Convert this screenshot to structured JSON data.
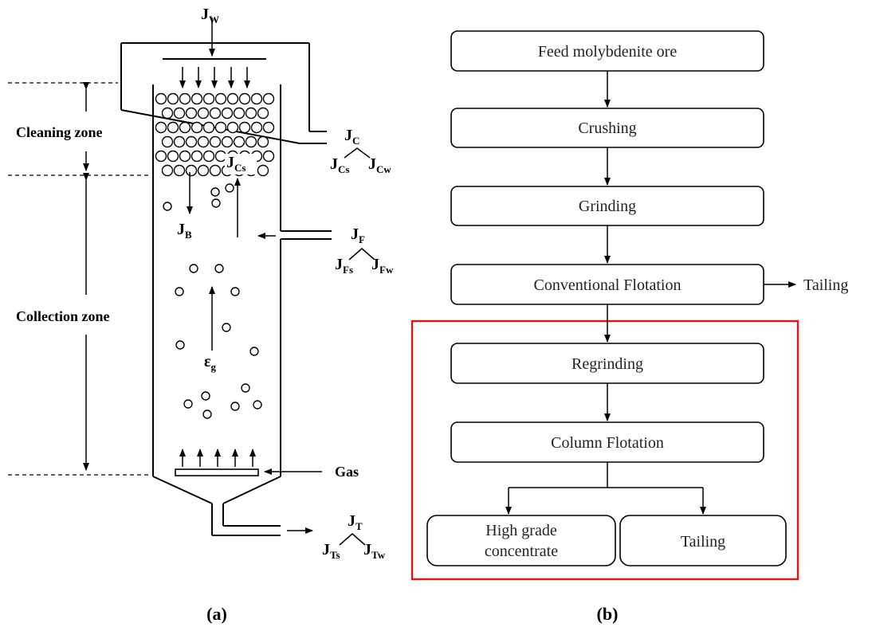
{
  "panel_a": {
    "caption": "(a)",
    "zones": {
      "cleaning": "Cleaning zone",
      "collection": "Collection zone"
    },
    "gas_label": "Gas",
    "epsilon": {
      "main": "ε",
      "sub": "g"
    },
    "flux": {
      "wash": {
        "main": "J",
        "sub": "W"
      },
      "concentrate": {
        "main": "J",
        "sub": "C"
      },
      "concentrate_solid": {
        "main": "J",
        "sub": "Cs"
      },
      "concentrate_water": {
        "main": "J",
        "sub": "Cw"
      },
      "internal_cs": {
        "main": "J",
        "sub": "Cs"
      },
      "bias": {
        "main": "J",
        "sub": "B"
      },
      "feed": {
        "main": "J",
        "sub": "F"
      },
      "feed_solid": {
        "main": "J",
        "sub": "Fs"
      },
      "feed_water": {
        "main": "J",
        "sub": "Fw"
      },
      "tailing": {
        "main": "J",
        "sub": "T"
      },
      "tailing_solid": {
        "main": "J",
        "sub": "Ts"
      },
      "tailing_water": {
        "main": "J",
        "sub": "Tw"
      }
    }
  },
  "panel_b": {
    "caption": "(b)",
    "steps": [
      "Feed molybdenite ore",
      "Crushing",
      "Grinding",
      "Conventional Flotation",
      "Regrinding",
      "Column Flotation"
    ],
    "side_output": "Tailing",
    "outputs": {
      "concentrate_line1": "High grade",
      "concentrate_line2": "concentrate",
      "tailing": "Tailing"
    },
    "highlight_color": "#cc2020"
  }
}
